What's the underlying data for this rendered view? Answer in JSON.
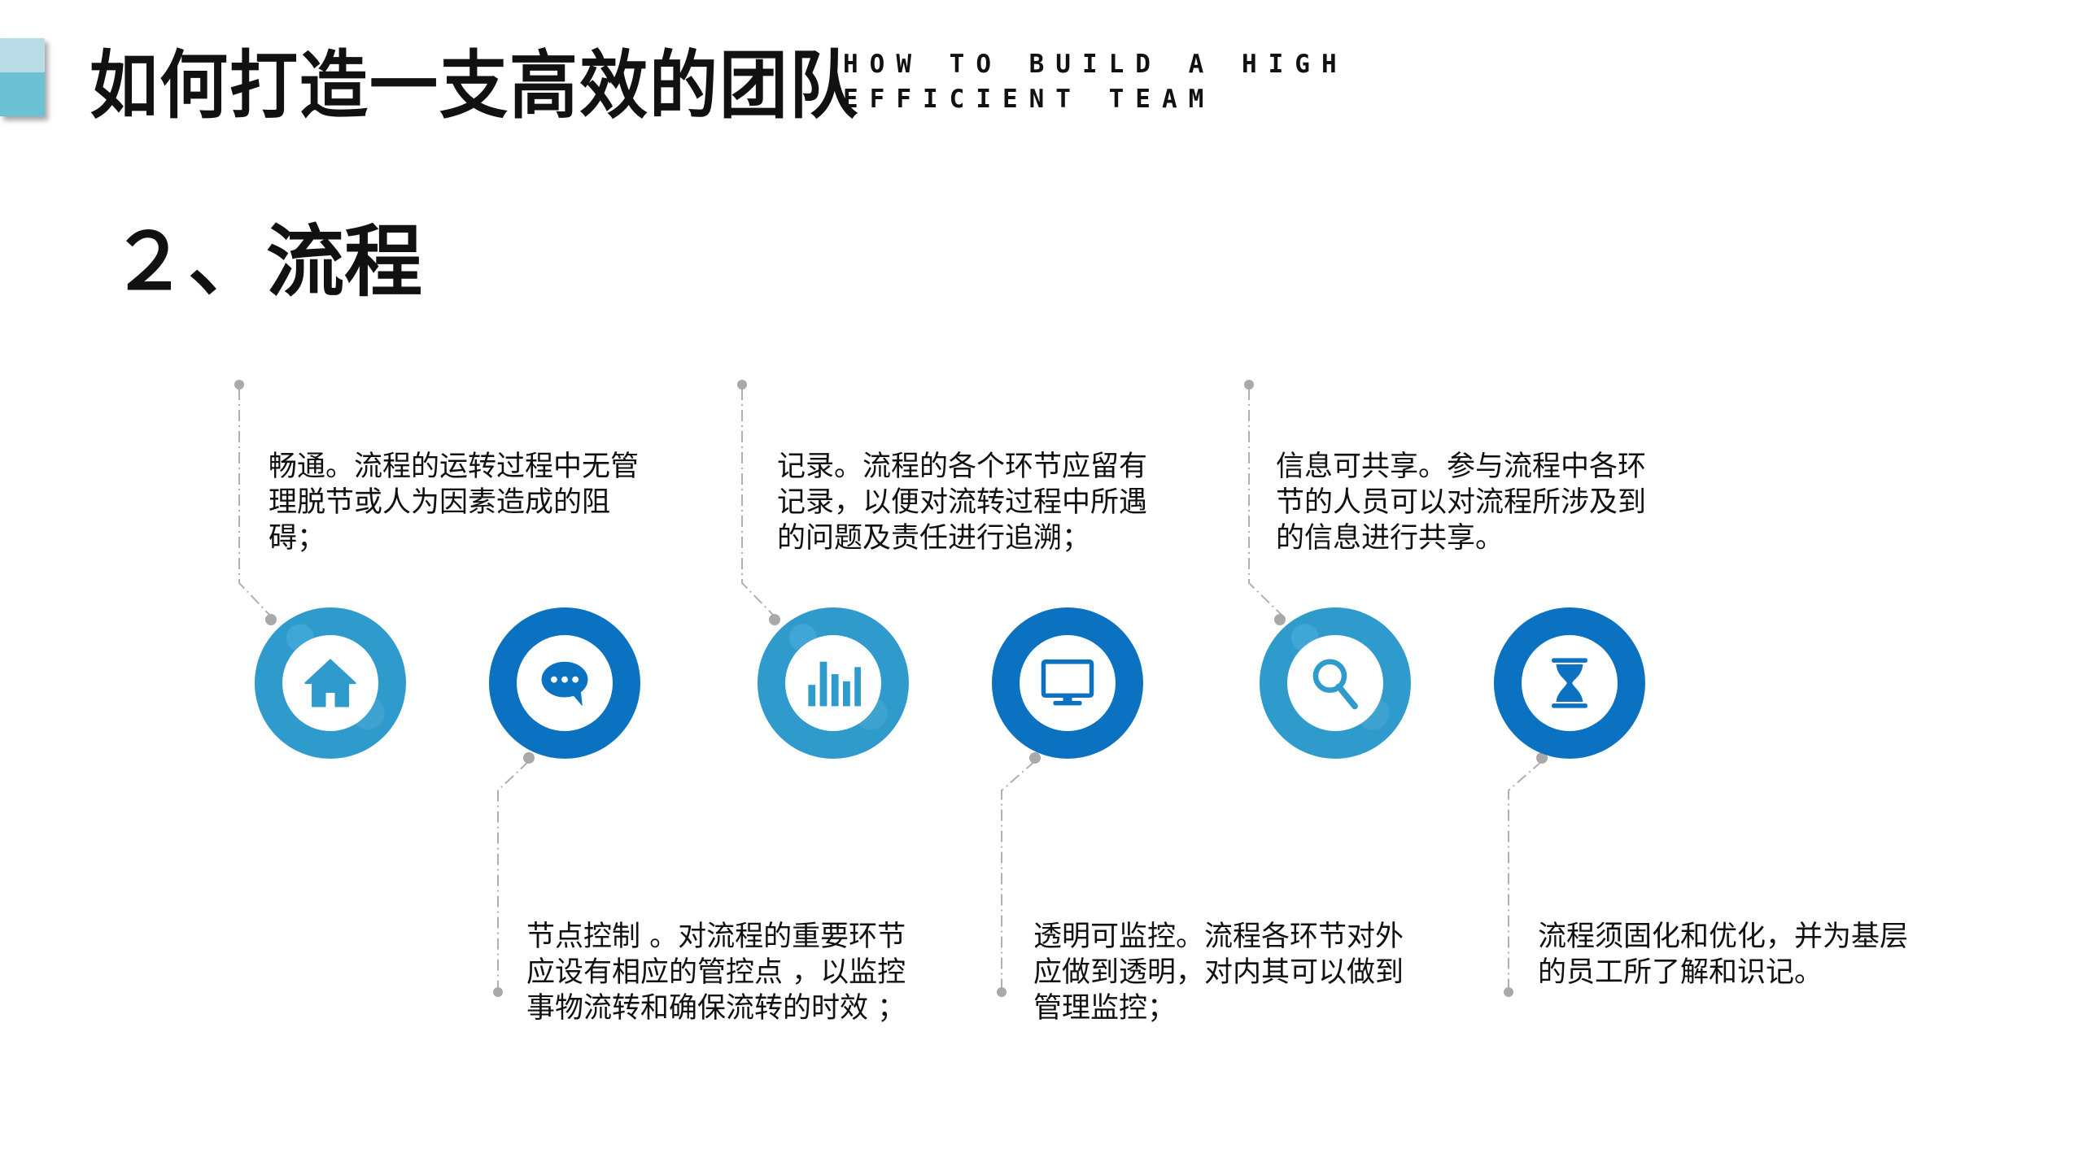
{
  "header": {
    "title": "如何打造一支高效的团队",
    "subtitle": "HOW TO BUILD A HIGH\nEFFICIENT TEAM",
    "accent_colors": {
      "top": "#b8dbe5",
      "bottom": "#6cc2d4"
    }
  },
  "section": {
    "heading": "２、流程"
  },
  "colors": {
    "light_blue": "#2e9bcc",
    "dark_blue": "#0a72c0",
    "connector": "#aaaaaa"
  },
  "items": [
    {
      "icon": "home-icon",
      "style": "light",
      "position": "top",
      "text": "畅通。流程的运转过程中无管理脱节或人为因素造成的阻碍；"
    },
    {
      "icon": "chat-bubble-icon",
      "style": "dark",
      "position": "bottom",
      "text": "节点控制 。对流程的重要环节应设有相应的管控点 ，以监控事物流转和确保流转的时效 ；"
    },
    {
      "icon": "bar-chart-icon",
      "style": "light",
      "position": "top",
      "text": "记录。流程的各个环节应留有记录，以便对流转过程中所遇的问题及责任进行追溯；"
    },
    {
      "icon": "monitor-icon",
      "style": "dark",
      "position": "bottom",
      "text": "透明可监控。流程各环节对外应做到透明，对内其可以做到管理监控；"
    },
    {
      "icon": "search-icon",
      "style": "light",
      "position": "top",
      "text": "信息可共享。参与流程中各环节的人员可以对流程所涉及到的信息进行共享。"
    },
    {
      "icon": "hourglass-icon",
      "style": "dark",
      "position": "bottom",
      "text": "流程须固化和优化，并为基层的员工所了解和识记。"
    }
  ]
}
